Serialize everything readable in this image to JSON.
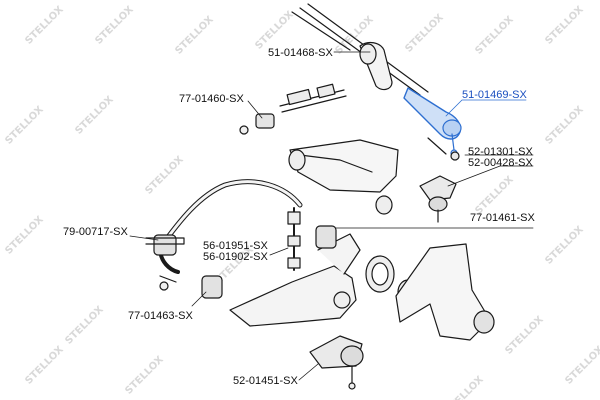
{
  "watermark": {
    "text": "STELLOX"
  },
  "colors": {
    "line": "#1a1a1a",
    "highlight": "#2e6fd1",
    "label": "#111111",
    "label_highlight": "#1a4fc0",
    "watermark": "#d9d9d9"
  },
  "labels": [
    {
      "id": "51-01468",
      "text": "51-01468-SX",
      "highlighted": false
    },
    {
      "id": "77-01460",
      "text": "77-01460-SX",
      "highlighted": false
    },
    {
      "id": "51-01469",
      "text": "51-01469-SX",
      "highlighted": true
    },
    {
      "id": "52-01301",
      "text": "52-01301-SX",
      "highlighted": false
    },
    {
      "id": "52-00428",
      "text": "52-00428-SX",
      "highlighted": false
    },
    {
      "id": "79-00717",
      "text": "79-00717-SX",
      "highlighted": false
    },
    {
      "id": "77-01461",
      "text": "77-01461-SX",
      "highlighted": false
    },
    {
      "id": "56-01951",
      "text": "56-01951-SX",
      "highlighted": false
    },
    {
      "id": "56-01902",
      "text": "56-01902-SX",
      "highlighted": false
    },
    {
      "id": "77-01463",
      "text": "77-01463-SX",
      "highlighted": false
    },
    {
      "id": "52-01451",
      "text": "52-01451-SX",
      "highlighted": false
    }
  ]
}
